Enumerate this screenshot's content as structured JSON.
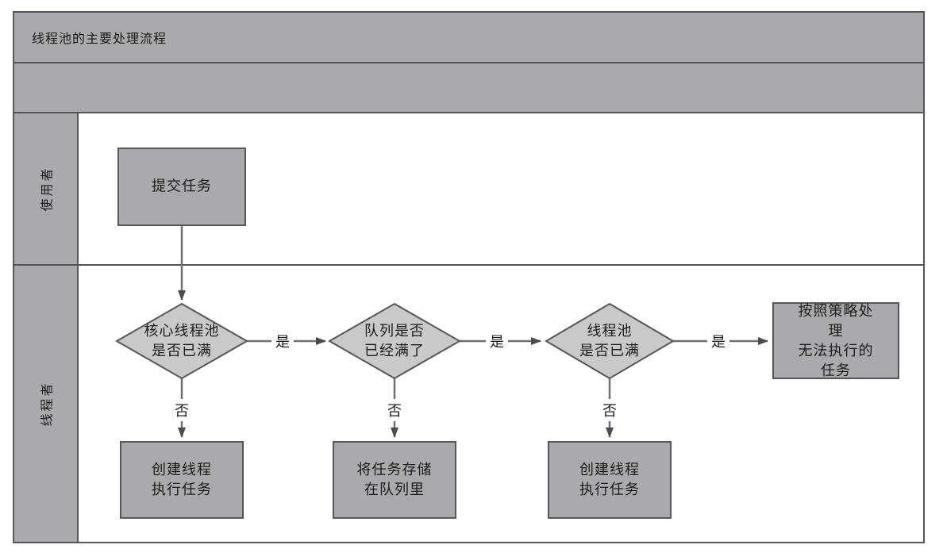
{
  "header": {
    "title": "线程池的主要处理流程"
  },
  "lanes": [
    {
      "label": "使用者"
    },
    {
      "label": "线程者"
    }
  ],
  "flowchart": {
    "nodes": {
      "submit_task": {
        "type": "process",
        "label": "提交任务"
      },
      "core_pool_full": {
        "type": "decision",
        "label": "核心线程池\n是否已满"
      },
      "queue_full": {
        "type": "decision",
        "label": "队列是否\n已经满了"
      },
      "pool_full": {
        "type": "decision",
        "label": "线程池\n是否已满"
      },
      "handle_policy": {
        "type": "process",
        "label": "按照策略处理\n无法执行的任务"
      },
      "create_thread_1": {
        "type": "process",
        "label": "创建线程\n执行任务"
      },
      "store_in_queue": {
        "type": "process",
        "label": "将任务存储\n在队列里"
      },
      "create_thread_2": {
        "type": "process",
        "label": "创建线程\n执行任务"
      }
    },
    "edge_labels": {
      "yes": "是",
      "no": "否"
    }
  },
  "colors": {
    "panel_gray": "#a8aaad",
    "diamond_gray": "#c8c9cb",
    "border_gray": "#55565a",
    "line_gray": "#6f7073",
    "arrow_gray": "#4a4b4e"
  }
}
